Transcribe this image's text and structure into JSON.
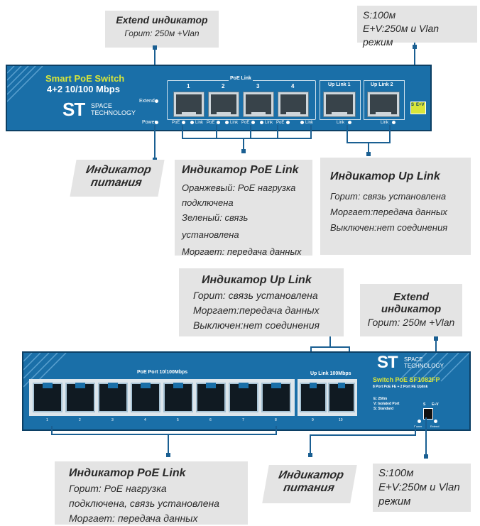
{
  "top_switch": {
    "brand_title": "Smart PoE Switch",
    "subtitle": "4+2 10/100 Mbps",
    "logo_letters": "ST",
    "logo_text_1": "SPACE",
    "logo_text_2": "TECHNOLOGY",
    "extend_label": "Extend",
    "power_label": "Power",
    "poe_link_header": "PoE Link",
    "port_numbers": [
      "1",
      "2",
      "3",
      "4"
    ],
    "uplink1_label": "Up Link 1",
    "uplink2_label": "Up Link 2",
    "led_labels": [
      "PoE",
      "Link",
      "PoE",
      "Link",
      "PoE",
      "Link",
      "PoE",
      "Link"
    ],
    "uplink_led_label": "Link",
    "switch_labels": [
      "S",
      "E+V"
    ]
  },
  "top_callouts": {
    "extend": {
      "title": "Extend индикатор",
      "line": "Горит: 250м +Vlan"
    },
    "mode": {
      "line1": "S:100м",
      "line2": "E+V:250м и Vlan режим"
    },
    "power": {
      "line1": "Индикатор",
      "line2": "питания"
    },
    "poe_link": {
      "title": "Индикатор PoE Link",
      "lines": [
        "Оранжевый: PoE нагрузка",
        "подключена",
        "Зеленый: связь установлена",
        "Моргает: передача данных"
      ]
    },
    "uplink": {
      "title": "Индикатор Up Link",
      "lines": [
        "Горит: связь установлена",
        "Моргает:передача данных",
        "Выключен:нет соединения"
      ]
    }
  },
  "bottom_callouts": {
    "uplink": {
      "title": "Индикатор Up Link",
      "lines": [
        "Горит: связь установлена",
        "Моргает:передача данных",
        "Выключен:нет соединения"
      ]
    },
    "extend": {
      "title1": "Extend",
      "title2": "индикатор",
      "line": "Горит: 250м +Vlan"
    },
    "poe_link": {
      "title": "Индикатор PoE Link",
      "lines": [
        "Горит: PoE нагрузка",
        "подключена, связь установлена",
        "Моргает: передача данных"
      ]
    },
    "power": {
      "line1": "Индикатор",
      "line2": "питания"
    },
    "mode": {
      "line1": "S:100м",
      "line2": "E+V:250м и Vlan",
      "line3": "режим"
    }
  },
  "bottom_switch": {
    "poe_port_label": "PoE Port 10/100Mbps",
    "uplink_label": "Up Link 100Mbps",
    "logo_letters": "ST",
    "logo_text_1": "SPACE",
    "logo_text_2": "TECHNOLOGY",
    "model": "Switch PoE SF1082FP",
    "description": "8 Port PoE FE + 2 Port FE Uplink",
    "spec_lines": [
      "E: 250m",
      "V: Isolated Port",
      "S: Standard"
    ],
    "switch_labels": [
      "S",
      "E+V"
    ],
    "power_label": "Power",
    "extend_label": "Extend",
    "port_numbers": [
      "1",
      "2",
      "3",
      "4",
      "5",
      "6",
      "7",
      "8",
      "9",
      "10"
    ]
  },
  "colors": {
    "panel": "#1a6fa8",
    "accent_green": "#d8e63a",
    "callout_bg": "#e4e4e4"
  }
}
